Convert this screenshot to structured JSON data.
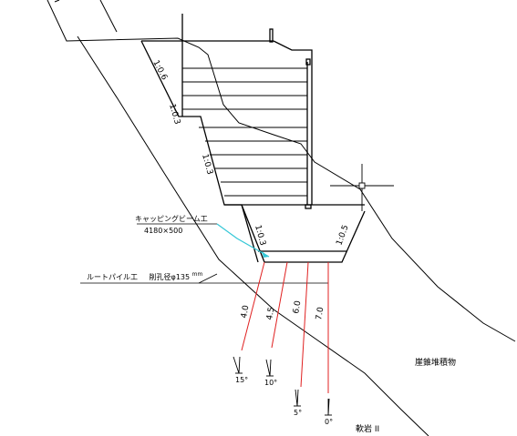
{
  "slopes": {
    "upper_1": "1:0.6",
    "upper_2": "1:0.3",
    "middle": "1:0.3",
    "beam_left": "1:0.3",
    "beam_right": "1:0.5"
  },
  "capping_beam": {
    "name": "キャッピングビーム工",
    "size": "4180×500"
  },
  "root_pile": {
    "name": "ルートパイル工",
    "bore_prefix": "削孔径φ135",
    "bore_unit": "mm"
  },
  "piles": [
    {
      "length": "4.0",
      "angle": "15°"
    },
    {
      "length": "4.5",
      "angle": "10°"
    },
    {
      "length": "6.0",
      "angle": "5°"
    },
    {
      "length": "7.0",
      "angle": "0°"
    }
  ],
  "soil": {
    "deposit": "崖錐堆積物",
    "rock": "軟岩 II"
  }
}
